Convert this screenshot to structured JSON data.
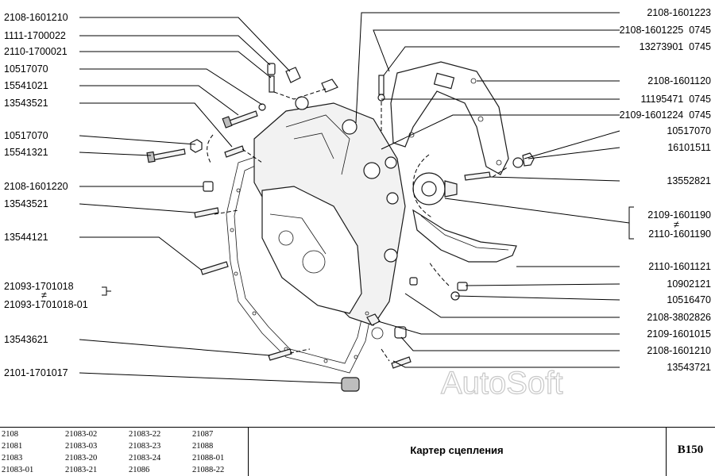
{
  "callouts_left": [
    "2108-1601210",
    "1111-1700022",
    "2110-1700021",
    "10517070",
    "15541021",
    "13543521",
    "10517070",
    "15541321",
    "2108-1601220",
    "13543521",
    "13544121",
    "21093-1701018",
    "21093-1701018-01",
    "13543621",
    "2101-1701017"
  ],
  "callouts_right": [
    "2108-1601223",
    "2108-1601225  0745",
    "13273901  0745",
    "2108-1601120",
    "11195471  0745",
    "2109-1601224  0745",
    "10517070",
    "16101511",
    "13552821",
    "2109-1601190",
    "2110-1601190",
    "2110-1601121",
    "10902121",
    "10516470",
    "2108-3802826",
    "2109-1601015",
    "2108-1601210",
    "13543721"
  ],
  "alt_marker": "≠",
  "watermark": "AutoSoft",
  "footer": {
    "models": [
      [
        "2108",
        "21083-02",
        "21083-22",
        "21087"
      ],
      [
        "21081",
        "21083-03",
        "21083-23",
        "21088"
      ],
      [
        "21083",
        "21083-20",
        "21083-24",
        "21088-01"
      ],
      [
        "21083-01",
        "21083-21",
        "21086",
        "21088-22"
      ]
    ],
    "title": "Картер сцепления",
    "code": "B150"
  }
}
